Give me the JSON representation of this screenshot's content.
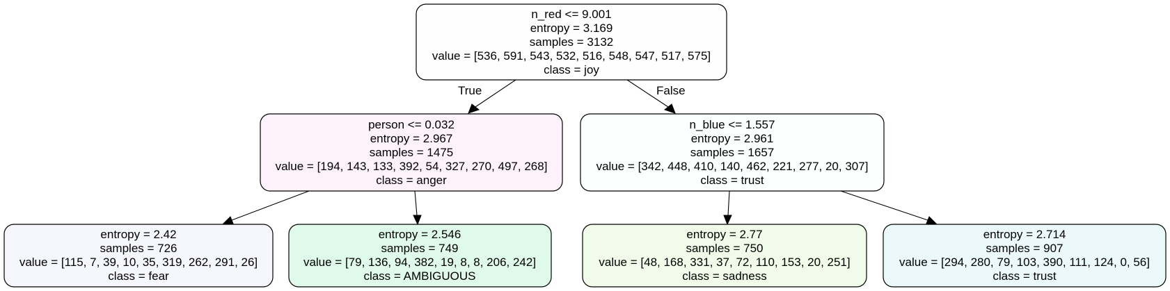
{
  "tree": {
    "nodes": {
      "root": {
        "lines": [
          "n_red <= 9.001",
          "entropy = 3.169",
          "samples = 3132",
          "value = [536, 591, 543, 532, 516, 548, 547, 517, 575]",
          "class = joy"
        ],
        "fill": "#fefefe"
      },
      "left": {
        "lines": [
          "person <= 0.032",
          "entropy = 2.967",
          "samples = 1475",
          "value = [194, 143, 133, 392, 54, 327, 270, 497, 268]",
          "class = anger"
        ],
        "fill": "#fdf2fa"
      },
      "right": {
        "lines": [
          "n_blue <= 1.557",
          "entropy = 2.961",
          "samples = 1657",
          "value = [342, 448, 410, 140, 462, 221, 277, 20, 307]",
          "class = trust"
        ],
        "fill": "#fbfffd"
      },
      "leaf_fear": {
        "lines": [
          "entropy = 2.42",
          "samples = 726",
          "value = [115, 7, 39, 10, 35, 319, 262, 291, 26]",
          "class = fear"
        ],
        "fill": "#f6f7fd"
      },
      "leaf_ambiguous": {
        "lines": [
          "entropy = 2.546",
          "samples = 749",
          "value = [79, 136, 94, 382, 19, 8, 8, 206, 242]",
          "class = AMBIGUOUS"
        ],
        "fill": "#dffaea"
      },
      "leaf_sadness": {
        "lines": [
          "entropy = 2.77",
          "samples = 750",
          "value = [48, 168, 331, 37, 72, 110, 153, 20, 251]",
          "class = sadness"
        ],
        "fill": "#f1fbe9"
      },
      "leaf_trust": {
        "lines": [
          "entropy = 2.714",
          "samples = 907",
          "value = [294, 280, 79, 103, 390, 111, 124, 0, 56]",
          "class = trust"
        ],
        "fill": "#ebf9fb"
      }
    },
    "edges": {
      "true_label": "True",
      "false_label": "False"
    }
  }
}
